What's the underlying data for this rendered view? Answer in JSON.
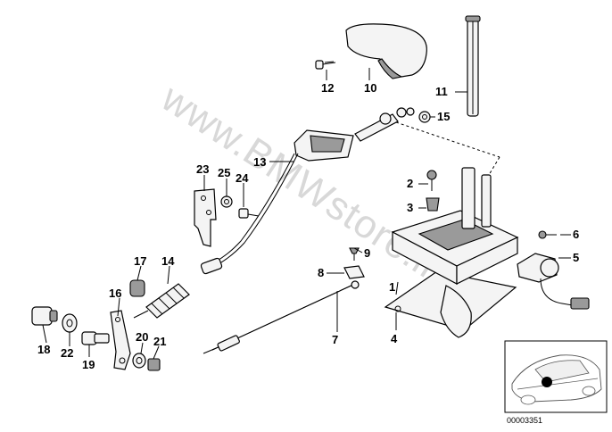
{
  "watermark": "www.BMWstore.ir",
  "callouts": [
    "1",
    "2",
    "3",
    "4",
    "5",
    "6",
    "7",
    "8",
    "9",
    "10",
    "11",
    "12",
    "13",
    "14",
    "15",
    "16",
    "17",
    "18",
    "19",
    "20",
    "21",
    "22",
    "23",
    "24",
    "25"
  ],
  "inset": {
    "ref_number": "00003351",
    "icon": "car-location-icon"
  }
}
